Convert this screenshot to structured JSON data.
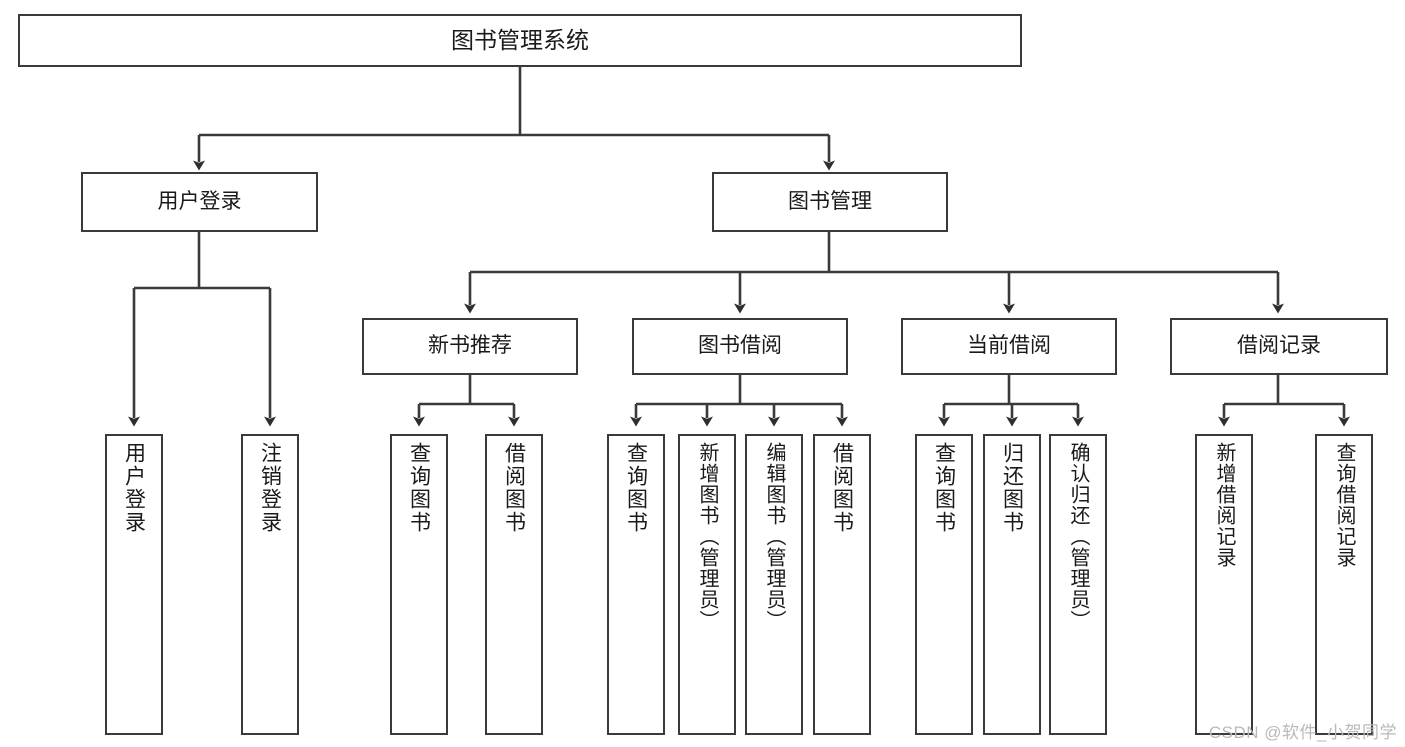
{
  "diagram": {
    "title": "图书管理系统",
    "root": {
      "label": "图书管理系统"
    },
    "level1": [
      {
        "label": "用户登录"
      },
      {
        "label": "图书管理"
      }
    ],
    "level2": [
      {
        "label": "新书推荐"
      },
      {
        "label": "图书借阅"
      },
      {
        "label": "当前借阅"
      },
      {
        "label": "借阅记录"
      }
    ],
    "leaves": {
      "user_login": [
        {
          "label": "用户登录"
        },
        {
          "label": "注销登录"
        }
      ],
      "new_book_recommend": [
        {
          "label": "查询图书"
        },
        {
          "label": "借阅图书"
        }
      ],
      "book_borrow": [
        {
          "label": "查询图书"
        },
        {
          "label": "新增图书（管理员）"
        },
        {
          "label": "编辑图书（管理员）"
        },
        {
          "label": "借阅图书"
        }
      ],
      "current_borrow": [
        {
          "label": "查询图书"
        },
        {
          "label": "归还图书"
        },
        {
          "label": "确认归还（管理员）"
        }
      ],
      "borrow_record": [
        {
          "label": "新增借阅记录"
        },
        {
          "label": "查询借阅记录"
        }
      ]
    }
  },
  "watermark": {
    "text": "CSDN @软件_小贺同学"
  },
  "colors": {
    "stroke": "#3a3a3a",
    "background": "#ffffff",
    "text": "#1a1a1a",
    "watermark": "#b9b9b9"
  }
}
